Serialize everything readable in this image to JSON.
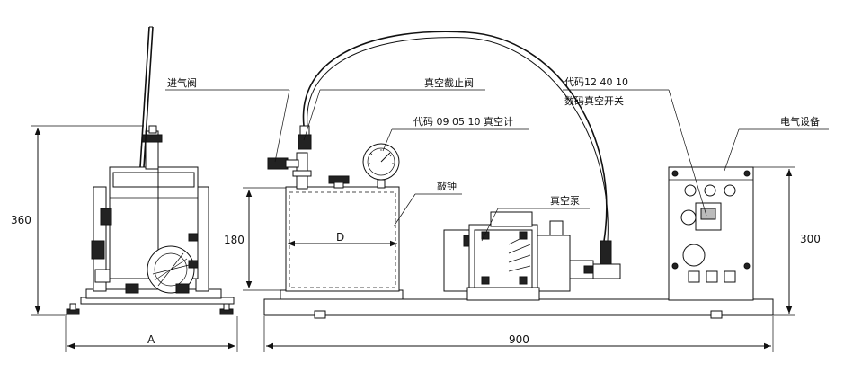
{
  "labels": {
    "inlet_valve": "进气阀",
    "vacuum_stop_valve": "真空截止阀",
    "vacuum_gauge": "代码 09 05 10 真空计",
    "bell_jar": "敲钟",
    "vacuum_pump": "真空泵",
    "digital_switch_code": "代码12 40 10",
    "digital_switch_name": "数码真空开关",
    "electrical_equipment": "电气设备"
  },
  "dimensions": {
    "height_side": "360",
    "height_bell": "180",
    "diameter": "D",
    "width_side": "A",
    "length_total": "900",
    "height_cabinet": "300"
  }
}
